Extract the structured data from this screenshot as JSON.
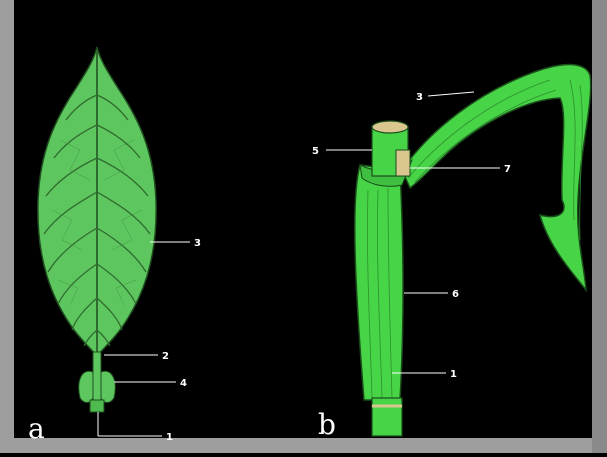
{
  "figure": {
    "panels": [
      {
        "id": "a",
        "label": "a"
      },
      {
        "id": "b",
        "label": "b"
      }
    ],
    "callouts_a": [
      "3",
      "2",
      "4",
      "1"
    ],
    "callouts_b": [
      "3",
      "5",
      "7",
      "6",
      "1"
    ]
  },
  "colors": {
    "background": "#000000",
    "leaf_fill": "#5ec65e",
    "leaf_vein": "#2f6b2f",
    "stem_fill": "#47d447",
    "stem_shade": "#2e8f2e",
    "node_fill": "#d9c78f",
    "label": "#ffffff",
    "frame_gray": "#bdbdbd"
  }
}
